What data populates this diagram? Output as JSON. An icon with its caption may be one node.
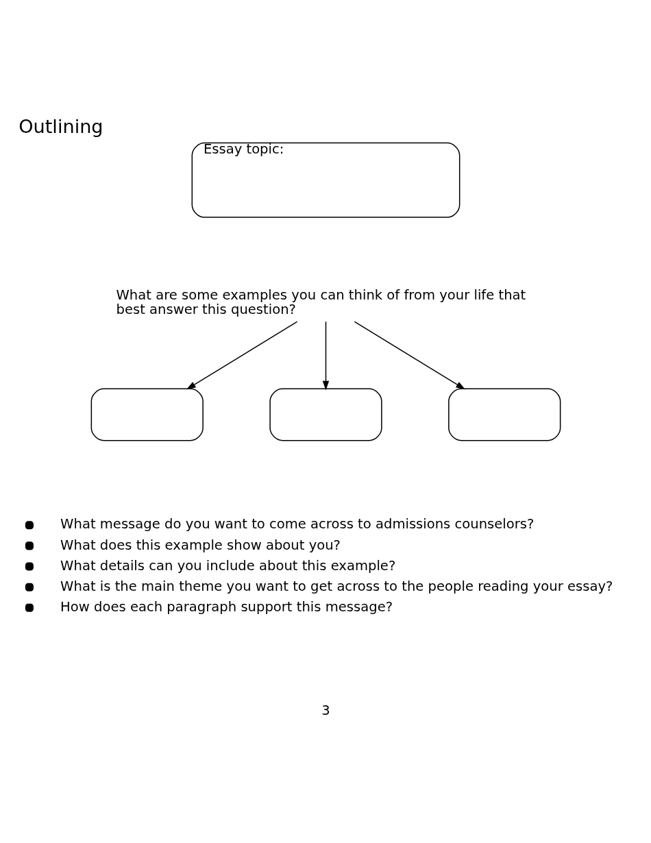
{
  "diagram": {
    "title": "Outlining",
    "nodes": [
      {
        "text": [
          "Essay topic:"
        ]
      },
      {
        "text": [
          "What are some examples you can think of from your life that best answer this question?"
        ]
      },
      {
        "text": [],
        "shape": "box"
      },
      {
        "text": [],
        "shape": "box"
      },
      {
        "text": [],
        "shape": "box"
      }
    ],
    "edges": [
      {
        "from": 1,
        "to": 2,
        "arrow": "to"
      },
      {
        "from": 1,
        "to": 3,
        "arrow": "to"
      },
      {
        "from": 1,
        "to": 4,
        "arrow": "to"
      }
    ],
    "labels": [
      "What message do you want to come across to admissions counselors?",
      "What does this example show about you?",
      "What details can you include about this example?",
      "What is the main theme you want to get across to the people reading your essay?",
      "How does each paragraph support this message?",
      "3"
    ]
  }
}
